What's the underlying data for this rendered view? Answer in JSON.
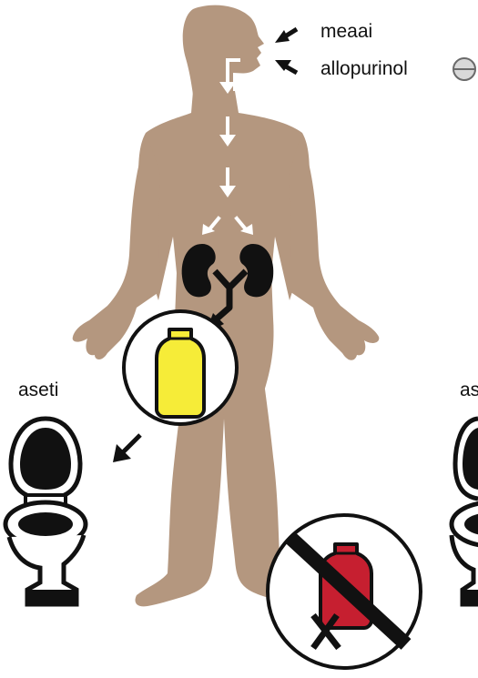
{
  "labels": {
    "food": "meaai",
    "drug": "allopurinol",
    "toilet_left": "aseti",
    "toilet_right": "as"
  },
  "colors": {
    "body": "#B4977F",
    "ink": "#111111",
    "urine_normal": "#F6EC38",
    "urine_abnormal": "#C61F30",
    "background": "#FFFFFF"
  },
  "icons": [
    "human-body-icon",
    "pill-icon",
    "kidneys-icon",
    "yellow-urine-bottle-icon",
    "red-urine-bottle-icon",
    "prohibition-icon",
    "toilet-icon",
    "arrow-icon"
  ]
}
